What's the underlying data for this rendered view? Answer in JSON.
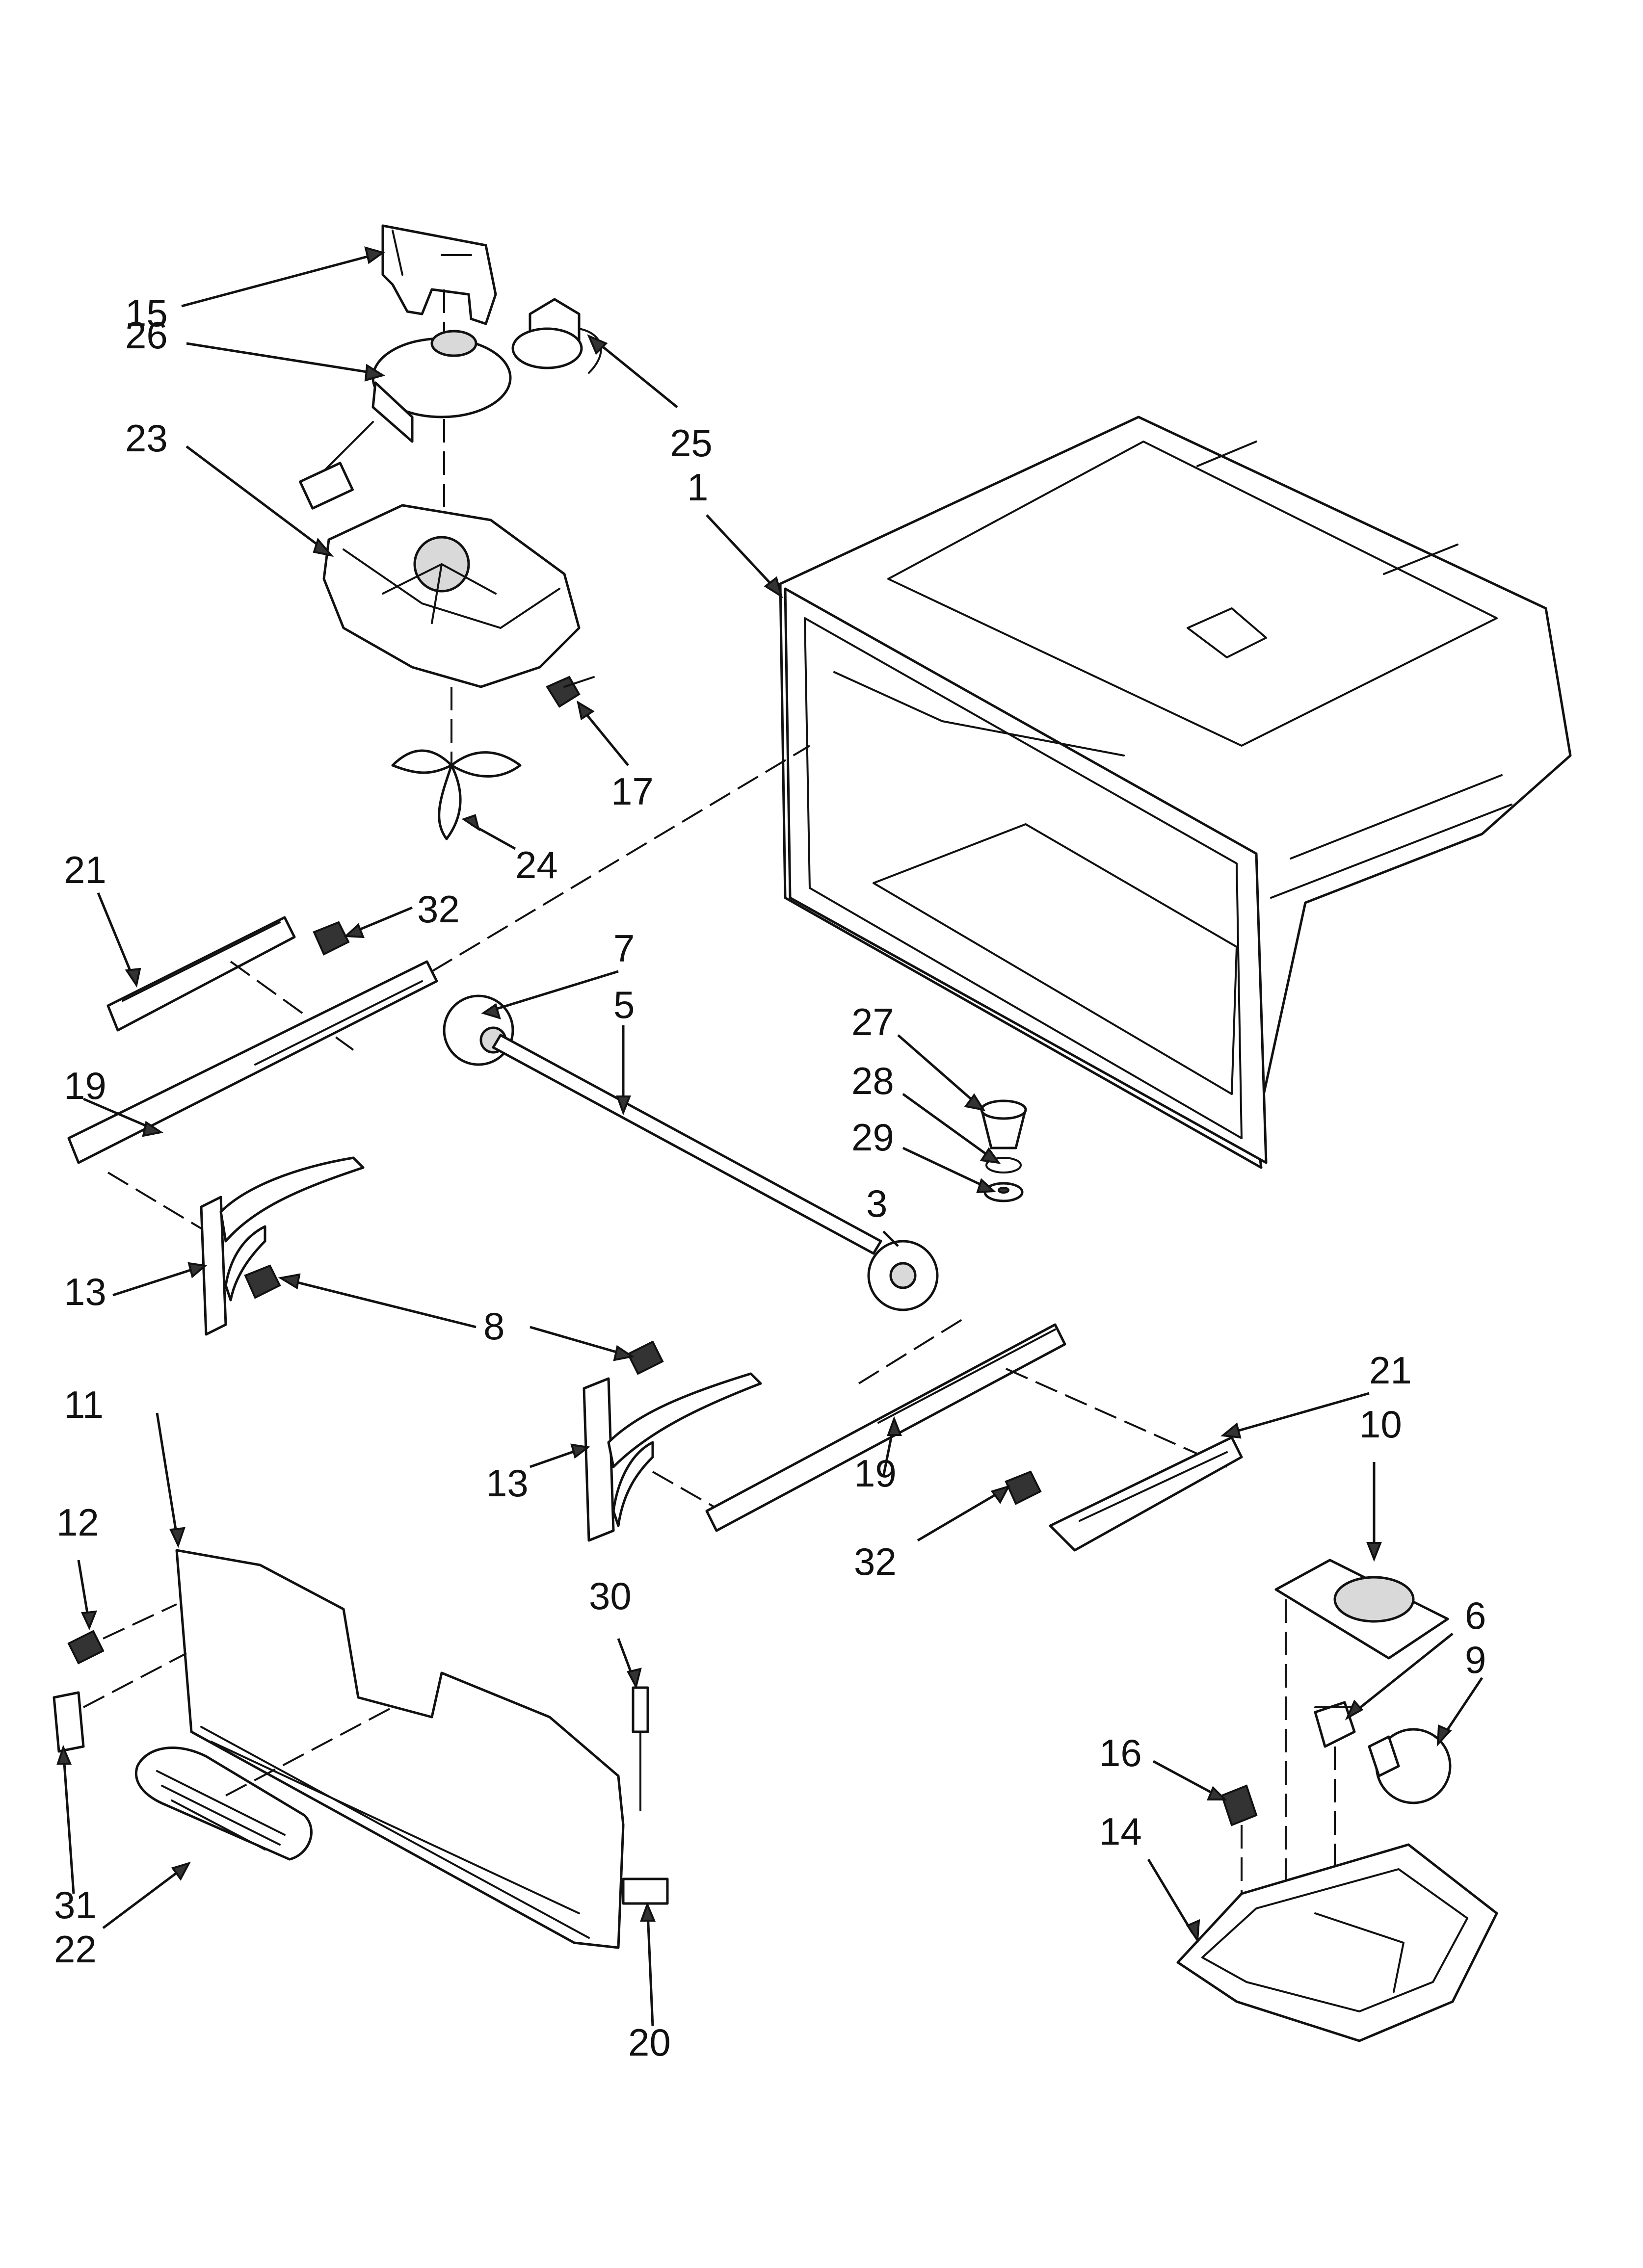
{
  "diagram": {
    "callouts": [
      {
        "id": "c15",
        "label": "15",
        "target": "fan-bracket"
      },
      {
        "id": "c26",
        "label": "26",
        "target": "fan-motor"
      },
      {
        "id": "c25",
        "label": "25",
        "target": "damper-motor"
      },
      {
        "id": "c23",
        "label": "23",
        "target": "fan-housing"
      },
      {
        "id": "c1",
        "label": "1",
        "target": "freezer-liner-basket"
      },
      {
        "id": "c17",
        "label": "17",
        "target": "screw"
      },
      {
        "id": "c24",
        "label": "24",
        "target": "fan-blade"
      },
      {
        "id": "c21a",
        "label": "21",
        "target": "slide-rail-left"
      },
      {
        "id": "c32a",
        "label": "32",
        "target": "screw"
      },
      {
        "id": "c7",
        "label": "7",
        "target": "gear"
      },
      {
        "id": "c5",
        "label": "5",
        "target": "shaft"
      },
      {
        "id": "c19a",
        "label": "19",
        "target": "slide-rail-left"
      },
      {
        "id": "c27",
        "label": "27",
        "target": "bushing"
      },
      {
        "id": "c28",
        "label": "28",
        "target": "o-ring"
      },
      {
        "id": "c29",
        "label": "29",
        "target": "bumper"
      },
      {
        "id": "c3",
        "label": "3",
        "target": "gear"
      },
      {
        "id": "c13a",
        "label": "13",
        "target": "bracket-left"
      },
      {
        "id": "c8",
        "label": "8",
        "target": "screw"
      },
      {
        "id": "c21b",
        "label": "21",
        "target": "slide-rail-right"
      },
      {
        "id": "c11",
        "label": "11",
        "target": "rear-cover-panel"
      },
      {
        "id": "c10",
        "label": "10",
        "target": "light-lens-cover"
      },
      {
        "id": "c13b",
        "label": "13",
        "target": "bracket-right"
      },
      {
        "id": "c19b",
        "label": "19",
        "target": "slide-rail-right"
      },
      {
        "id": "c32b",
        "label": "32",
        "target": "screw"
      },
      {
        "id": "c12",
        "label": "12",
        "target": "screw"
      },
      {
        "id": "c30",
        "label": "30",
        "target": "thermistor"
      },
      {
        "id": "c6",
        "label": "6",
        "target": "light-socket"
      },
      {
        "id": "c9",
        "label": "9",
        "target": "light-bulb"
      },
      {
        "id": "c16",
        "label": "16",
        "target": "switch"
      },
      {
        "id": "c14",
        "label": "14",
        "target": "light-housing"
      },
      {
        "id": "c31",
        "label": "31",
        "target": "clip"
      },
      {
        "id": "c22",
        "label": "22",
        "target": "grille"
      },
      {
        "id": "c20",
        "label": "20",
        "target": "foam-strip"
      }
    ]
  }
}
